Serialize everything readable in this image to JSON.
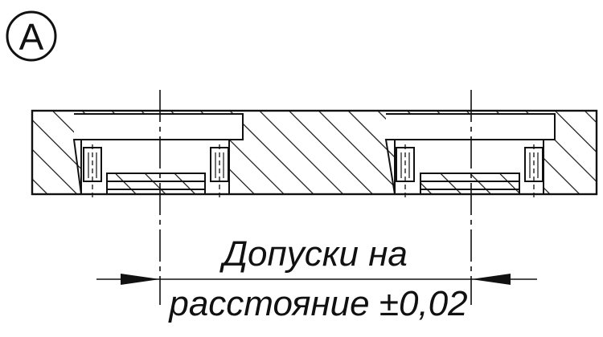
{
  "badge": {
    "letter": "A"
  },
  "annotation": {
    "line1": "Допуски на",
    "line2": "расстояние ±0,02"
  },
  "colors": {
    "ink": "#111111",
    "background": "#ffffff"
  }
}
